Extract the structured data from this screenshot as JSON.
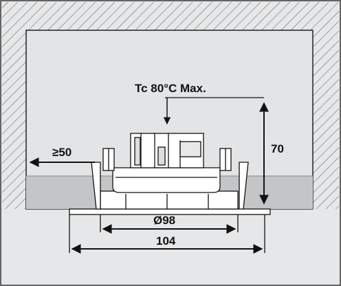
{
  "labels": {
    "temperature": "Tc 80°C Max.",
    "side_clearance": "≥50",
    "height": "70",
    "cutout_diameter": "Ø98",
    "overall_diameter": "104"
  },
  "colors": {
    "cavity_fill": "#e2e4e5",
    "ceiling_band": "#c3c5c6",
    "line": "#111111",
    "hatch": "#555555"
  }
}
